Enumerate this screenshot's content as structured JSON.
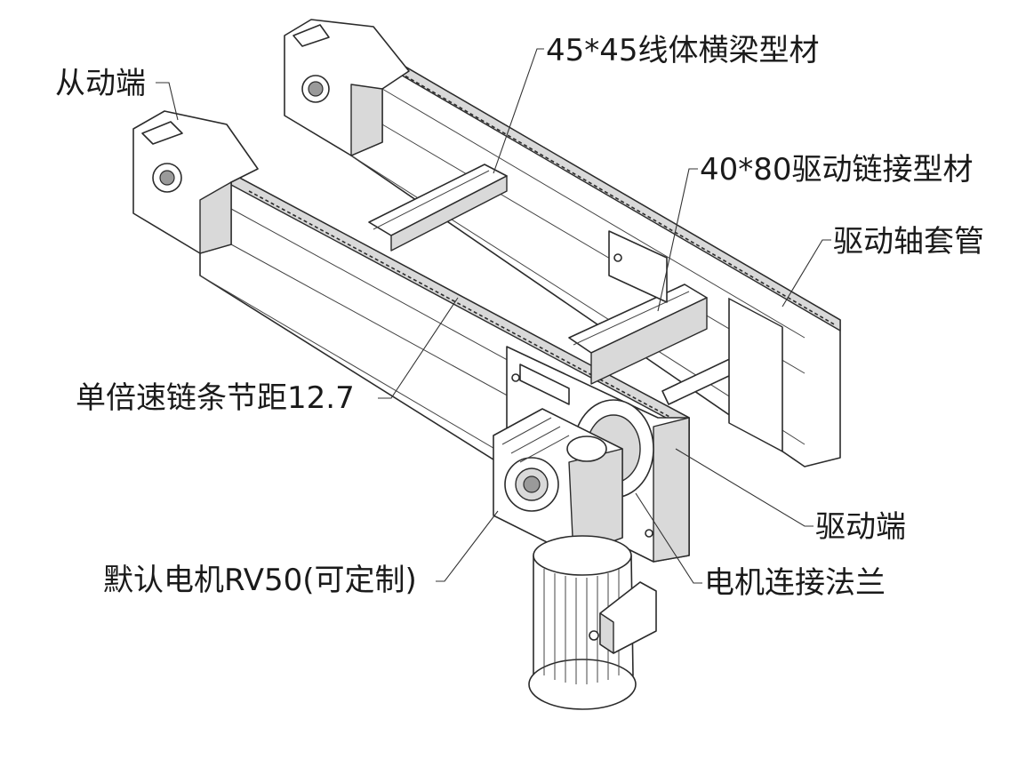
{
  "labels": {
    "idler_end": "从动端",
    "cross_beam": "45*45线体横梁型材",
    "drive_chain_profile": "40*80驱动链接型材",
    "drive_shaft_sleeve": "驱动轴套管",
    "chain_pitch": "单倍速链条节距12.7",
    "drive_end": "驱动端",
    "default_motor": "默认电机RV50(可定制)",
    "motor_flange": "电机连接法兰"
  }
}
